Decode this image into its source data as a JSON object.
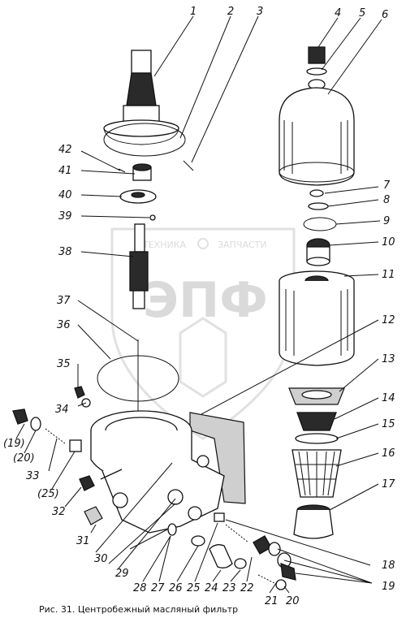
{
  "caption": "Рис. 31. Центробежный масляный фильтр",
  "watermark": {
    "top_left": "ТЕХНИКА",
    "top_right": "ЗАПЧАСТИ",
    "big": "ЭПФ"
  },
  "labels": {
    "n1": "1",
    "n2": "2",
    "n3": "3",
    "n4": "4",
    "n5": "5",
    "n6": "6",
    "n7": "7",
    "n8": "8",
    "n9": "9",
    "n10": "10",
    "n11": "11",
    "n12": "12",
    "n13": "13",
    "n14": "14",
    "n15": "15",
    "n16": "16",
    "n17": "17",
    "n18": "18",
    "n19": "19",
    "n19b": "(19)",
    "n20": "20",
    "n20b": "(20)",
    "n21": "21",
    "n22": "22",
    "n23": "23",
    "n24": "24",
    "n25": "25",
    "n25b": "(25)",
    "n26": "26",
    "n27": "27",
    "n28": "28",
    "n29": "29",
    "n30": "30",
    "n31": "31",
    "n32": "32",
    "n33": "33",
    "n34": "34",
    "n35": "35",
    "n36": "36",
    "n37": "37",
    "n38": "38",
    "n39": "39",
    "n40": "40",
    "n41": "41",
    "n42": "42"
  }
}
